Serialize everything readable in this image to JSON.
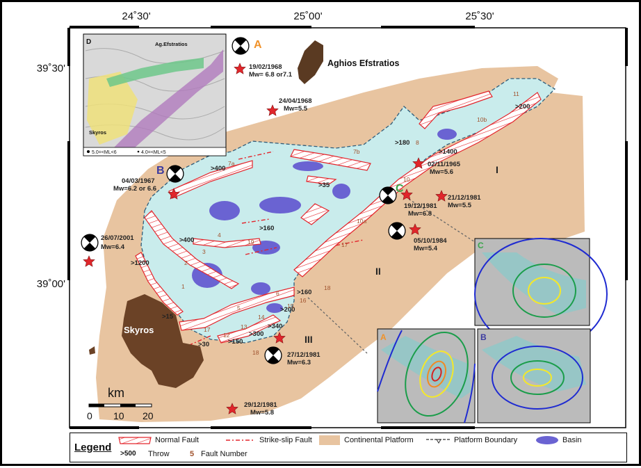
{
  "axes": {
    "lon_ticks": [
      "24˚30'",
      "25˚00'",
      "25˚30'"
    ],
    "lat_ticks": [
      "39˚30'",
      "39˚00'"
    ]
  },
  "places": {
    "skyros": "Skyros",
    "aghios": "Aghios Efstratios"
  },
  "zones": [
    "I",
    "II",
    "III"
  ],
  "scale": {
    "unit": "km",
    "ticks": [
      "0",
      "10",
      "20"
    ]
  },
  "earthquakes": [
    {
      "date": "19/02/1968",
      "mag": "Mw= 6.8 or7.1"
    },
    {
      "date": "24/04/1968",
      "mag": "Mw=5.5"
    },
    {
      "date": "04/03/1967",
      "mag": "Mw=6.2 or 6.6"
    },
    {
      "date": "02/11/1965",
      "mag": "Mw=5.6"
    },
    {
      "date": "19/12/1981",
      "mag": "Mw=6.8"
    },
    {
      "date": "21/12/1981",
      "mag": "Mw=5.5"
    },
    {
      "date": "05/10/1984",
      "mag": "Mw=5.4"
    },
    {
      "date": "26/07/2001",
      "mag": "Mw=6.4"
    },
    {
      "date": "27/12/1981",
      "mag": "Mw=6.3"
    },
    {
      "date": "29/12/1981",
      "mag": "Mw=5.8"
    }
  ],
  "mechanism_labels": [
    "A",
    "B",
    "C"
  ],
  "throws": [
    ">400",
    ">35",
    ">160",
    ">400",
    ">1200",
    ">15",
    ">30",
    ">150",
    ">300",
    ">340",
    ">200",
    ">160",
    ">180",
    ">1400",
    ">200"
  ],
  "fault_numbers": [
    "1",
    "2",
    "3",
    "4",
    "5",
    "6",
    "7a",
    "7b",
    "8",
    "10",
    "10a",
    "10b",
    "11",
    "12",
    "13",
    "14",
    "15",
    "16",
    "17",
    "17",
    "18",
    "18",
    "19"
  ],
  "inset_d": {
    "label": "D",
    "place1": "Ag.Efstratios",
    "place2": "Skyros",
    "legend": [
      "5.0=<ML<6",
      "4.0=<ML<5"
    ]
  },
  "intensity_insets": [
    "C",
    "A",
    "B"
  ],
  "legend": {
    "title": "Legend",
    "normal_fault": "Normal Fault",
    "strike_slip": "Strike-slip Fault",
    "platform": "Continental Platform",
    "boundary": "Platform Boundary",
    "basin": "Basin",
    "throw_sym": ">500",
    "throw": "Throw",
    "fault_num_sym": "5",
    "fault_num": "Fault Number"
  },
  "colors": {
    "platform": "#e8c4a0",
    "basin": "#6a63d2",
    "sea_basin": "#c9ecec",
    "fault": "#e3242b",
    "star": "#e0262b",
    "label_a": "#f0922a",
    "label_b": "#3b3aa0",
    "label_c": "#3aa64a",
    "island": "#6b4226"
  }
}
